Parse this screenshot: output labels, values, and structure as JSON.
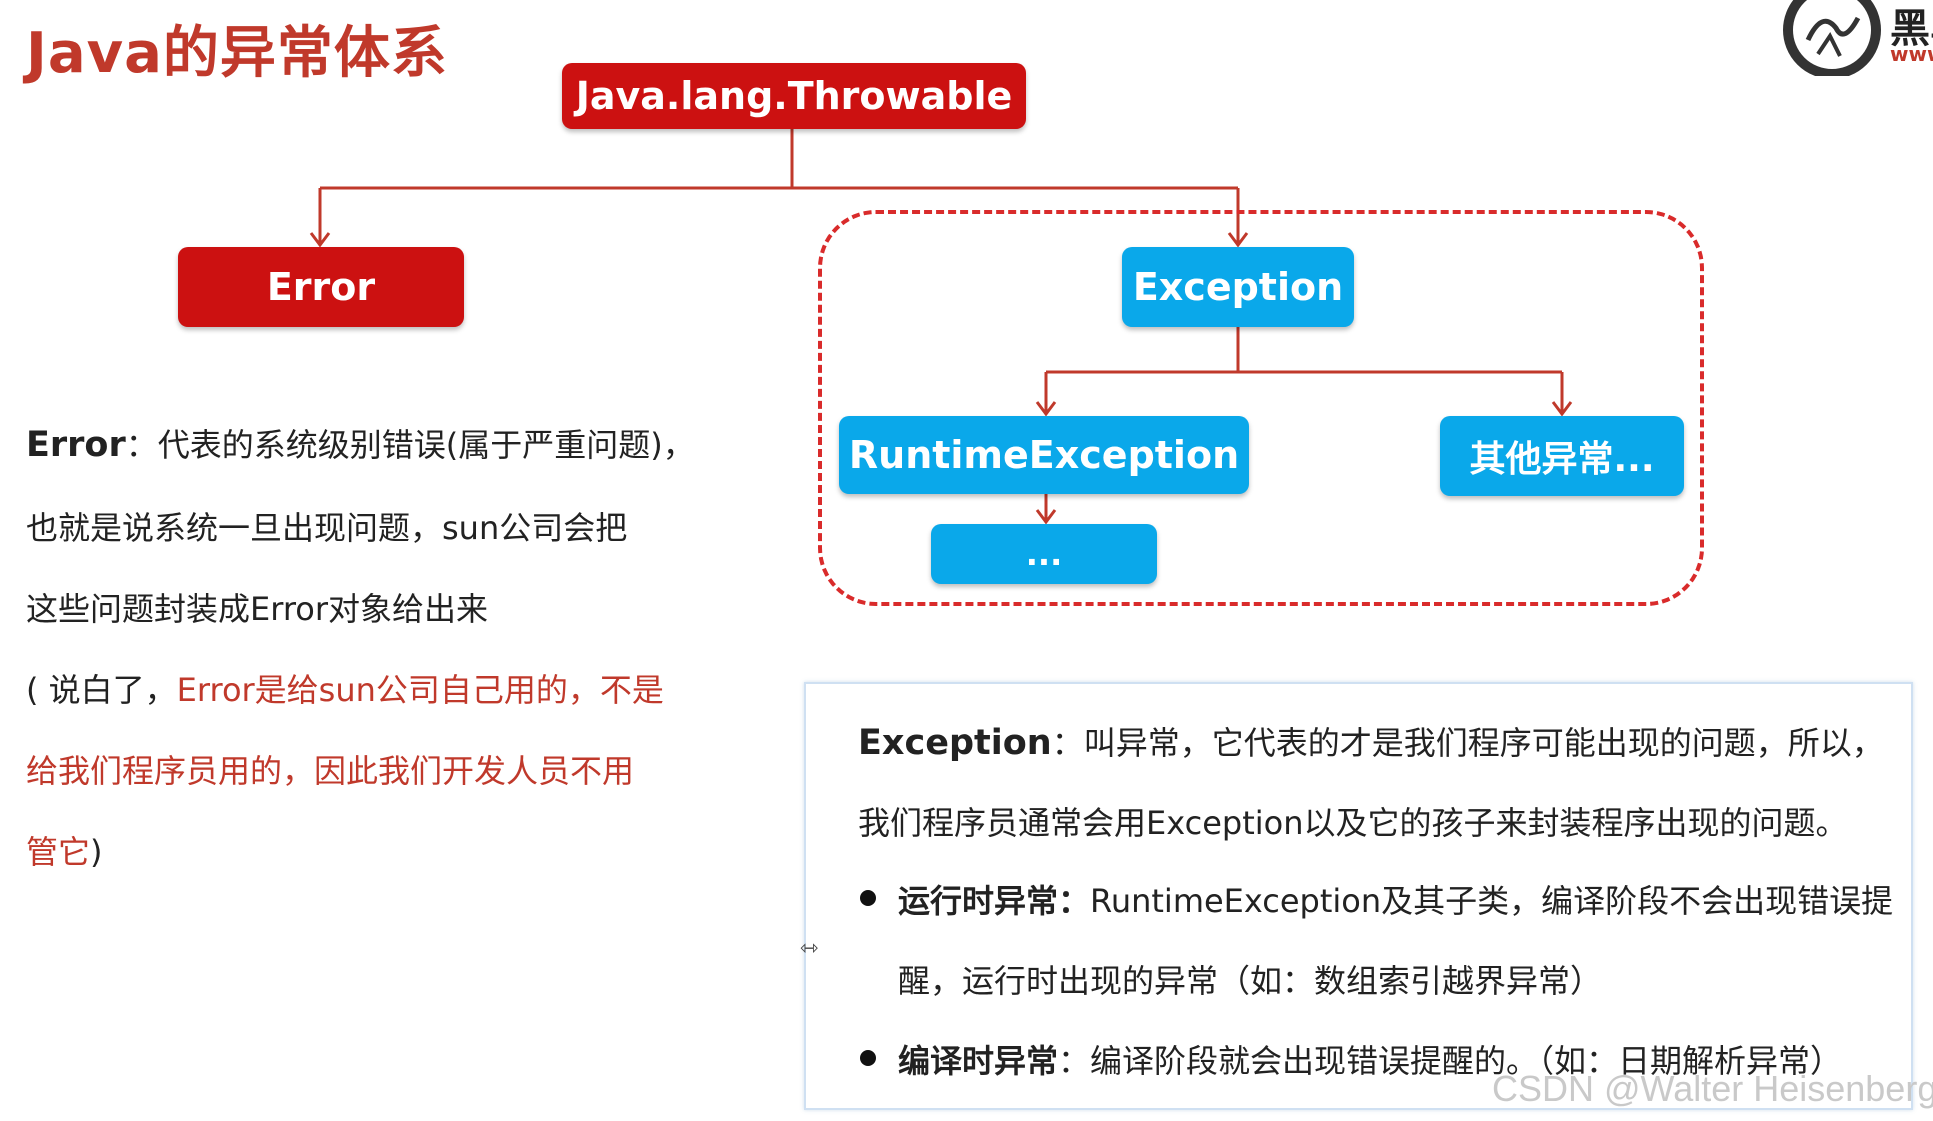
{
  "title": "Java的异常体系",
  "nodes": {
    "throwable": "Java.lang.Throwable",
    "error": "Error",
    "exception": "Exception",
    "runtime": "RuntimeException",
    "other": "其他异常...",
    "runtime_child": "..."
  },
  "error_desc": {
    "lead": "Error",
    "line1": "：代表的系统级别错误(属于严重问题)，",
    "line2": "也就是说系统一旦出现问题，sun公司会把",
    "line3": "这些问题封装成Error对象给出来",
    "line4_prefix": "( 说白了，",
    "line4_red": "Error是给sun公司自己用的，不是",
    "line5_red": "给我们程序员用的，因此我们开发人员不用",
    "line6_red": "管它",
    "line6_suffix": ")"
  },
  "exception_desc": {
    "lead": "Exception",
    "line1": "：叫异常，它代表的才是我们程序可能出现的问题，所以，",
    "line2": "我们程序员通常会用Exception以及它的孩子来封装程序出现的问题。",
    "bullet1_label": "运行时异常：",
    "bullet1_text": "RuntimeException及其子类，编译阶段不会出现错误提",
    "bullet1_cont": "醒，运行时出现的异常（如：数组索引越界异常）",
    "bullet2_label": "编译时异常",
    "bullet2_text": "：编译阶段就会出现错误提醒的。（如：日期解析异常）"
  },
  "logo": {
    "text1": "黑马",
    "text2": "www"
  },
  "watermark": "CSDN @Walter Heisenberg",
  "colors": {
    "red": "#cc1111",
    "blue": "#0aa8ea",
    "accent_text": "#c0392b",
    "connector": "#c0392b"
  }
}
